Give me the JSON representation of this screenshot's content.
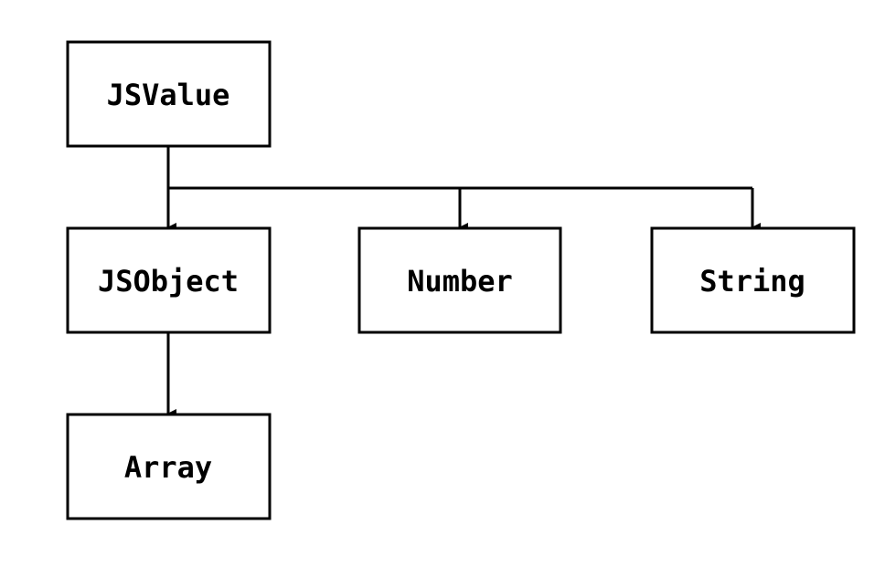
{
  "diagram": {
    "type": "class-hierarchy",
    "nodes": {
      "jsvalue": {
        "label": "JSValue"
      },
      "jsobject": {
        "label": "JSObject"
      },
      "number": {
        "label": "Number"
      },
      "string": {
        "label": "String"
      },
      "array": {
        "label": "Array"
      }
    },
    "edges": [
      {
        "from": "jsvalue",
        "to": "jsobject"
      },
      {
        "from": "jsvalue",
        "to": "number"
      },
      {
        "from": "jsvalue",
        "to": "string"
      },
      {
        "from": "jsobject",
        "to": "array"
      }
    ],
    "colors": {
      "stroke": "#000000",
      "fill": "#ffffff",
      "text": "#000000"
    }
  }
}
